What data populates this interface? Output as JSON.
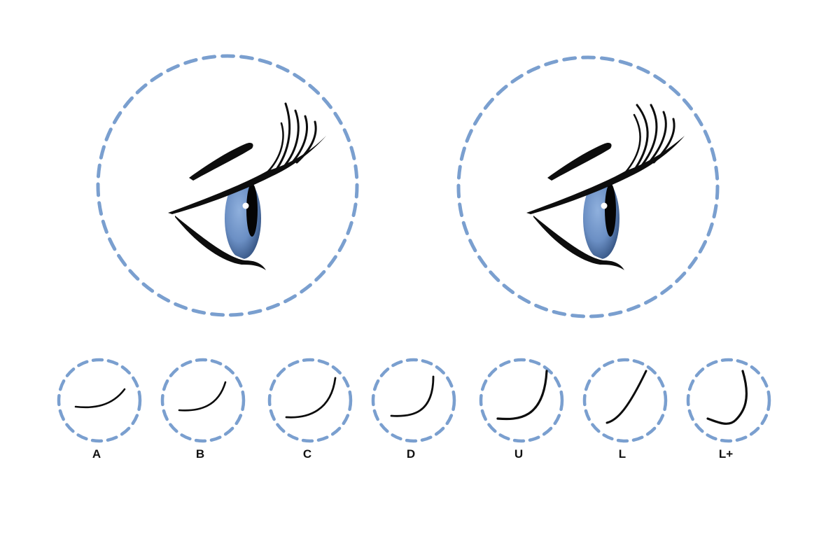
{
  "colors": {
    "circle_dash": "#7a9fcf",
    "lash": "#0d0d0d",
    "iris_light": "#6b8fc4",
    "iris_dark": "#2c4a78",
    "pupil": "#050505",
    "highlight": "#ffffff",
    "label": "#111111"
  },
  "eyes": [
    {
      "name": "eye-left",
      "lash_style": "standard"
    },
    {
      "name": "eye-right",
      "lash_style": "upswept"
    }
  ],
  "curls": [
    {
      "label": "A"
    },
    {
      "label": "B"
    },
    {
      "label": "C"
    },
    {
      "label": "D"
    },
    {
      "label": "U"
    },
    {
      "label": "L"
    },
    {
      "label": "L+"
    }
  ]
}
